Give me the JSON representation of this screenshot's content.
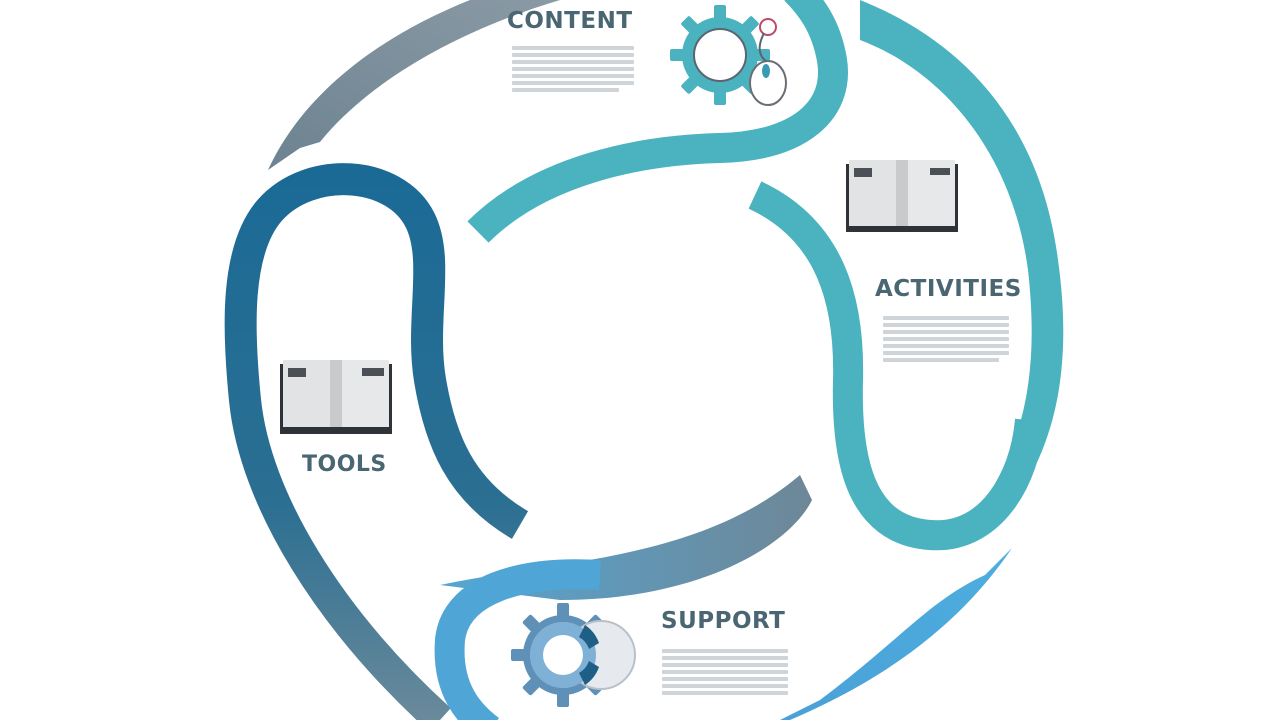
{
  "diagram": {
    "type": "cycle",
    "sections": [
      {
        "id": "content",
        "title": "CONTENT",
        "icon": "gear-with-mouse-icon",
        "body_text": "Placeholder paragraph text (illegible, lorem-ipsum style, 7 lines)",
        "color": "#4ab3bf"
      },
      {
        "id": "activities",
        "title": "ACTIVITIES",
        "icon": "open-book-icon",
        "body_text": "Placeholder paragraph text (illegible, lorem-ipsum style, 7 lines)",
        "color": "#4ab3bf"
      },
      {
        "id": "support",
        "title": "SUPPORT",
        "icon": "gear-lifebuoy-icon",
        "body_text": "Placeholder paragraph text (illegible, lorem-ipsum style, 7 lines)",
        "color": "#4aa3d6"
      },
      {
        "id": "tools",
        "title": "TOOLS",
        "icon": "open-book-icon",
        "body_text": "",
        "color": "#1e6e99"
      }
    ],
    "colors": {
      "gray_ribbon": "#7b8f9c",
      "teal_ribbon": "#4ab3bf",
      "dark_blue_ribbon": "#1e6e99",
      "light_blue_ribbon": "#4aa3d6",
      "label_text": "#4a6673",
      "background": "#ffffff"
    }
  }
}
